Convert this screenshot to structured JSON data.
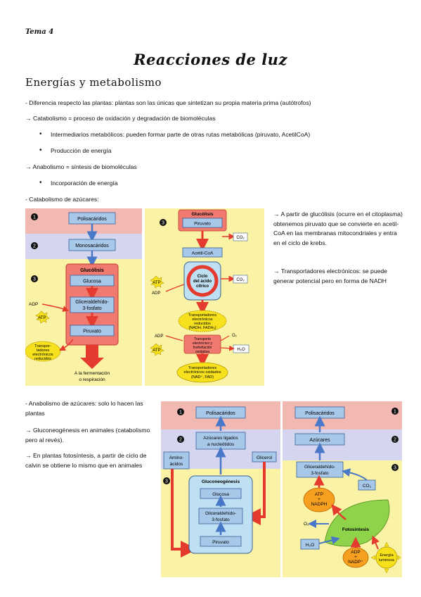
{
  "page": {
    "tema": "Tema 4",
    "title": "Reacciones de luz",
    "section": "Energías y metabolismo"
  },
  "lines": {
    "l1": "- Diferencia respecto las plantas: plantas son las únicas que sintetizan su propia materia prima (autótrofos)",
    "l2": "→ Catabolismo = proceso de oxidación y degradación de biomoléculas",
    "b1": "Intermediarios metabólicos: pueden formar parte de otras rutas metabólicas (piruvato, AcetilCoA)",
    "b2": "Producción de energía",
    "l3": "→ Anabolismo = síntesis de biomoléculas",
    "b3": "Incorporación de energía",
    "l4": "- Catabolismo de azúcares:"
  },
  "right_notes": {
    "p1": "→ A partir de glucólisis (ocurre en el citoplasma) obtenemos piruvato que se convierte en acetil-CoA en las membranas mitocondriales y entra en el ciclo de krebs.",
    "p2": "→ Transportadores electrónicos: se puede generar potencial pero en forma de NADH"
  },
  "left_notes": {
    "p1": "- Anabolismo de azúcares: solo lo hacen las plantas",
    "p2": "→ Gluconeogénesis en animales (catabolismo pero al revés).",
    "p3": "→ En plantas fotosíntesis, a partir de ciclo de calvin se obtiene lo mismo que en animales"
  },
  "fig_a": {
    "n1": "1",
    "n2": "2",
    "n3": "3",
    "polisacaridos": "Polisacáridos",
    "monosacaridos": "Monosacáridos",
    "glucolisis": "Glucólisis",
    "glucosa": "Glucosa",
    "gliceraldehido_1": "Gliceraldehído-",
    "gliceraldehido_2": "3-fosfato",
    "adp": "ADP",
    "atp": "ATP",
    "piruvato": "Piruvato",
    "transp_1": "Transpor-",
    "transp_2": "tadores",
    "transp_3": "electrónicos",
    "transp_4": "reducidos",
    "fermentacion_1": "A la fermentación",
    "fermentacion_2": "o respiración"
  },
  "fig_b": {
    "n": "3",
    "glucolisis": "Glucólisis",
    "piruvato": "Piruvato",
    "co2_a": "CO₂",
    "acetil": "Acetil-CoA",
    "ciclo_1": "Ciclo",
    "ciclo_2": "del ácido",
    "ciclo_3": "cítrico",
    "co2_b": "CO₂",
    "atp": "ATP",
    "adp": "ADP",
    "tr_1": "Transportadores",
    "tr_2": "electrónicos",
    "tr_3": "reducidos",
    "tr_4": "(NADH, FADH₂)",
    "adp2": "ADP",
    "o2": "O₂",
    "cadena_1": "Transporte",
    "cadena_2": "electrónico y",
    "cadena_3": "fosforilación",
    "cadena_4": "oxidativa",
    "atp2": "ATP",
    "h2o": "H₂O",
    "ox_1": "Transportadores",
    "ox_2": "electrónicos oxidados",
    "ox_3": "(NAD⁺, FAD)"
  },
  "fig_c": {
    "n1": "1",
    "n2": "2",
    "n3": "3",
    "polisacaridos": "Polisacáridos",
    "azucares_1": "Azúcares ligados",
    "azucares_2": "a nucleótidos",
    "amino_1": "Amino-",
    "amino_2": "ácidos",
    "glicerol": "Glicerol",
    "gluconeogenesis": "Gluconeogénesis",
    "glucosa": "Glucosa",
    "gliceraldehido_1": "Gliceraldehído-",
    "gliceraldehido_2": "3-fosfato",
    "piruvato": "Piruvato"
  },
  "fig_d": {
    "n1": "1",
    "n2": "2",
    "n3": "3",
    "polisacaridos": "Polisacáridos",
    "azucares": "Azúcares",
    "gliceraldehido_1": "Gliceraldehído-",
    "gliceraldehido_2": "3-fosfato",
    "co2": "CO₂",
    "atp_1": "ATP",
    "atp_2": "+",
    "atp_3": "NADPH",
    "o2": "O₂",
    "fotosintesis": "Fotosíntesis",
    "h2o": "H₂O",
    "adp_1": "ADP",
    "adp_2": "+",
    "adp_3": "NADP⁺",
    "energia_1": "Energía",
    "energia_2": "luminosa"
  },
  "colors": {
    "band_pink": "#f2b9b2",
    "band_lilac": "#d6d5ef",
    "band_yellow": "#faf2a4",
    "box_blue": "#a8c8ea",
    "arrow_red": "#e53a2e",
    "arrow_blue": "#4a78c8",
    "badge_yellow": "#f7e11c",
    "leaf_green": "#8ed34a"
  }
}
